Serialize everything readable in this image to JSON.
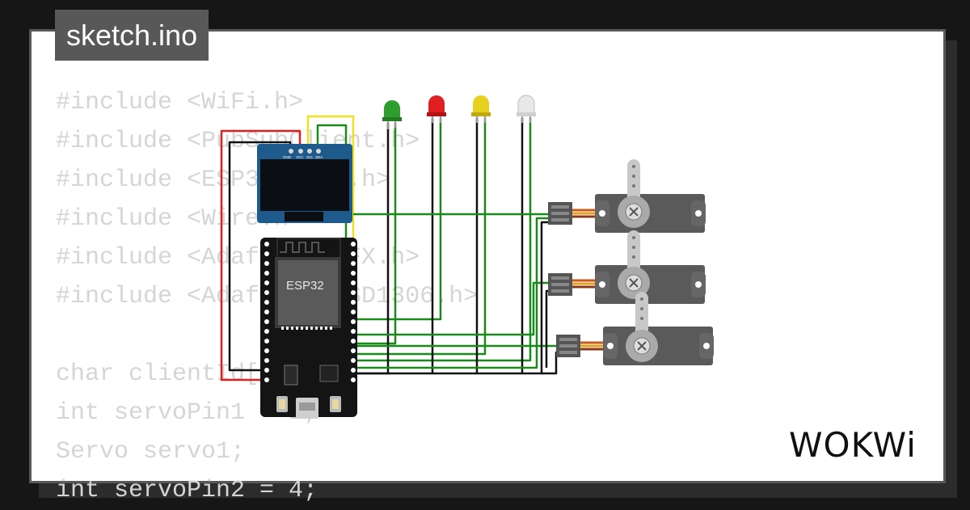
{
  "file_tab": {
    "title": "sketch.ino"
  },
  "code_lines": [
    "#include <WiFi.h>",
    "#include <PubSubClient.h>",
    "#include <ESP32Servo.h>",
    "#include <Wire.h>",
    "#include <Adafruit_GFX.h>",
    "#include <Adafruit_SSD1306.h>",
    "",
    "char clientId[50];",
    "int servoPin1 = 2;",
    "Servo servo1;",
    "int servoPin2 = 4;"
  ],
  "diagram": {
    "mcu_label": "ESP32",
    "oled_pin_labels": [
      "GND",
      "VCC",
      "SCL",
      "SDA"
    ],
    "led_colors": [
      "#2e9e2e",
      "#e02020",
      "#e8d020",
      "#e8e8e8"
    ],
    "servo_count": 3
  },
  "brand": {
    "logo": "WOKWi"
  },
  "colors": {
    "background": "#161616",
    "tab": "#585858",
    "code_text": "#d5d5d5",
    "wire_green": "#1a8a1a",
    "wire_red": "#e02020",
    "wire_black": "#111111",
    "wire_yellow": "#f0e020"
  }
}
